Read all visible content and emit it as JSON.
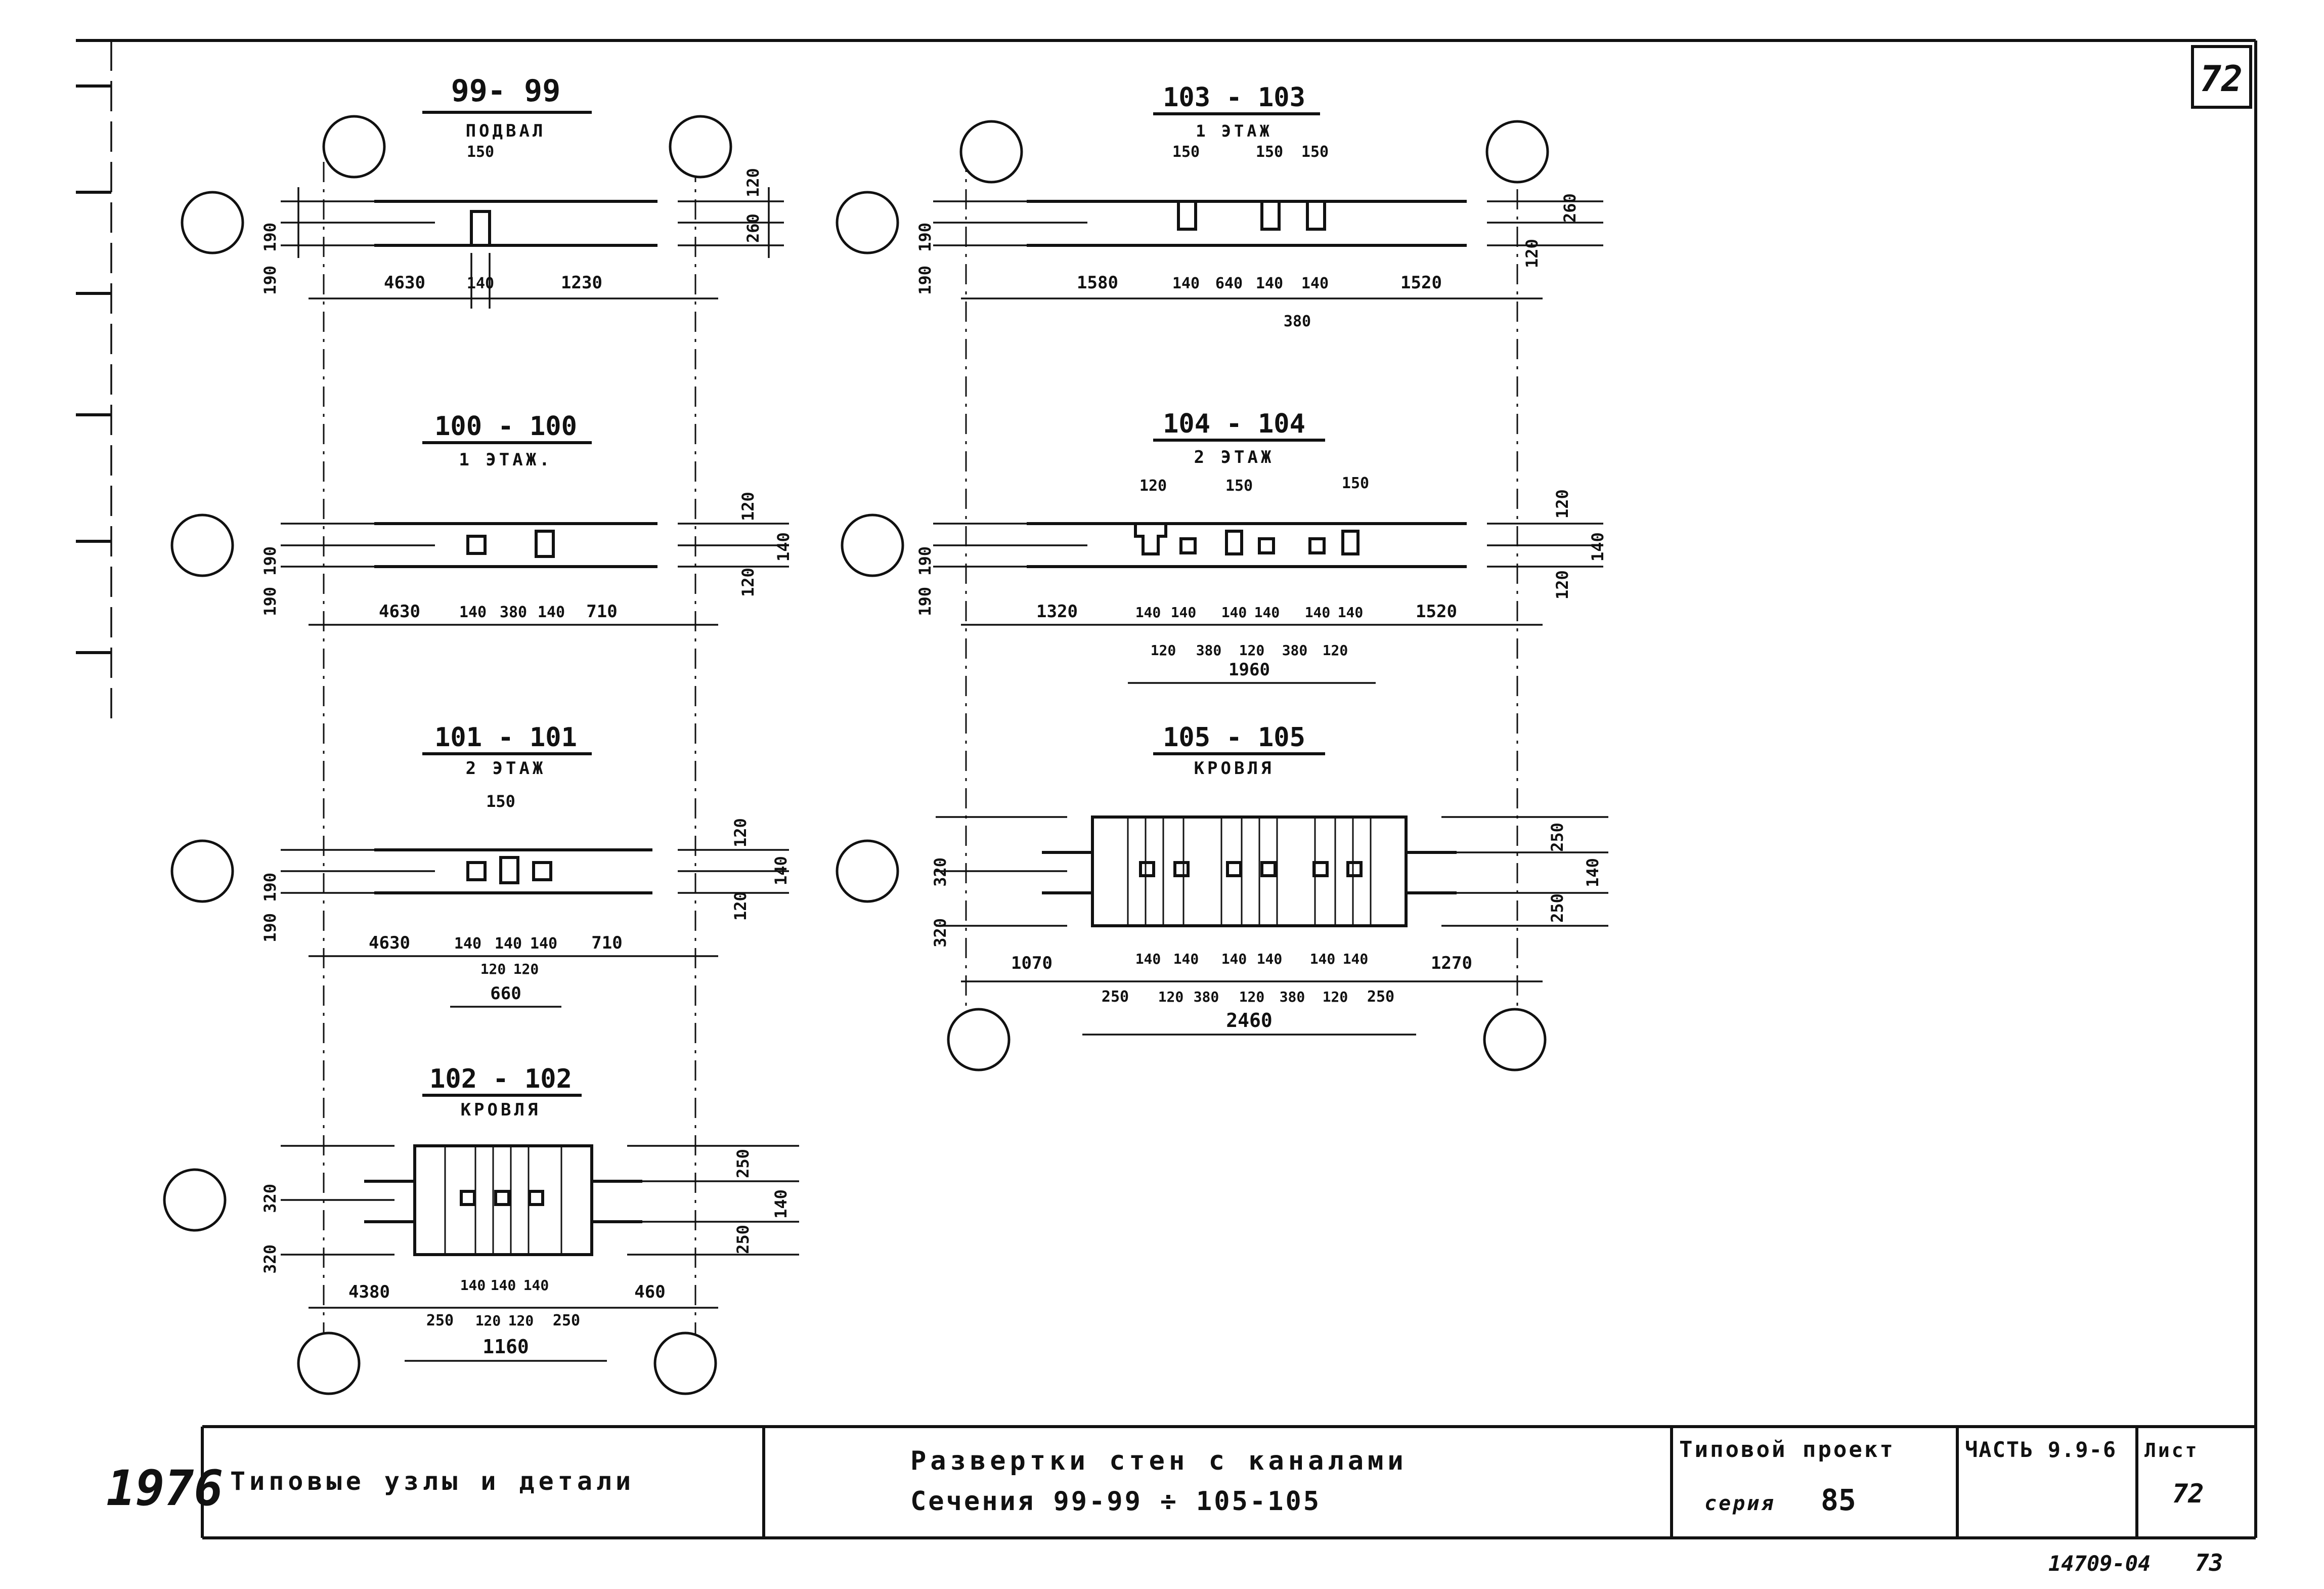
{
  "sheet": {
    "corner_number": "72",
    "left_margin_number": "1976",
    "bottom_code": "14709-04",
    "bottom_page": "73"
  },
  "sections": {
    "s99": {
      "title": "99- 99",
      "subtitle": "ПОДВАЛ",
      "dims": {
        "d150": "150",
        "d190a": "190",
        "d190b": "190",
        "d120": "120",
        "d260": "260",
        "d4630": "4630",
        "d140": "140",
        "d1230": "1230"
      }
    },
    "s100": {
      "title": "100 - 100",
      "subtitle": "1 ЭТАЖ.",
      "dims": {
        "d190a": "190",
        "d190b": "190",
        "d120a": "120",
        "d140": "140",
        "d120b": "120",
        "d4630": "4630",
        "d140a": "140",
        "d380": "380",
        "d140b": "140",
        "d710": "710"
      }
    },
    "s101": {
      "title": "101 - 101",
      "subtitle": "2 ЭТАЖ",
      "dims": {
        "d150": "150",
        "d190a": "190",
        "d190b": "190",
        "d120a": "120",
        "d140": "140",
        "d120b": "120",
        "d4630": "4630",
        "d140a": "140",
        "d140b": "140",
        "d140c": "140",
        "d710": "710",
        "d120c": "120",
        "d120d": "120",
        "d660": "660"
      }
    },
    "s102": {
      "title": "102 - 102",
      "subtitle": "КРОВЛЯ",
      "dims": {
        "d320a": "320",
        "d320b": "320",
        "d250a": "250",
        "d140": "140",
        "d250b": "250",
        "d4380": "4380",
        "d140a": "140",
        "d140b": "140",
        "d140c": "140",
        "d460": "460",
        "d250c": "250",
        "d120a": "120",
        "d120b": "120",
        "d250d": "250",
        "d1160": "1160"
      }
    },
    "s103": {
      "title": "103 - 103",
      "subtitle": "1 ЭТАЖ",
      "dims": {
        "d150a": "150",
        "d150b": "150",
        "d150c": "150",
        "d190a": "190",
        "d190b": "190",
        "d260": "260",
        "d120": "120",
        "d1580": "1580",
        "d140a": "140",
        "d640": "640",
        "d140b": "140",
        "d140c": "140",
        "d1520": "1520",
        "d380": "380"
      }
    },
    "s104": {
      "title": "104 - 104",
      "subtitle": "2 ЭТАЖ",
      "dims": {
        "d120top": "120",
        "d150a": "150",
        "d150b": "150",
        "d190a": "190",
        "d190b": "190",
        "d120a": "120",
        "d140": "140",
        "d120b": "120",
        "d1320": "1320",
        "d140a": "140",
        "d140b": "140",
        "d140c": "140",
        "d140d": "140",
        "d140e": "140",
        "d140f": "140",
        "d1520": "1520",
        "d120c": "120",
        "d380a": "380",
        "d120d": "120",
        "d380b": "380",
        "d120e": "120",
        "d1960": "1960"
      }
    },
    "s105": {
      "title": "105 - 105",
      "subtitle": "КРОВЛЯ",
      "dims": {
        "d320a": "320",
        "d320b": "320",
        "d250a": "250",
        "d140": "140",
        "d250b": "250",
        "d1070": "1070",
        "d140a": "140",
        "d140b": "140",
        "d140c": "140",
        "d140d": "140",
        "d140e": "140",
        "d140f": "140",
        "d1270": "1270",
        "d250c": "250",
        "d120a": "120",
        "d380a": "380",
        "d120b": "120",
        "d380b": "380",
        "d120c": "120",
        "d250d": "250",
        "d2460": "2460"
      }
    }
  },
  "title_block": {
    "group_title": "Типовые узлы и детали",
    "drawing_title_1": "Развертки стен с каналами",
    "drawing_title_2": "Сечения 99-99 ÷ 105-105",
    "project_label": "Типовой проект",
    "series_label": "серия",
    "series_value": "85",
    "part_label": "ЧАСТЬ 9.9-6",
    "sheet_label": "Лист",
    "sheet_value": "72"
  }
}
